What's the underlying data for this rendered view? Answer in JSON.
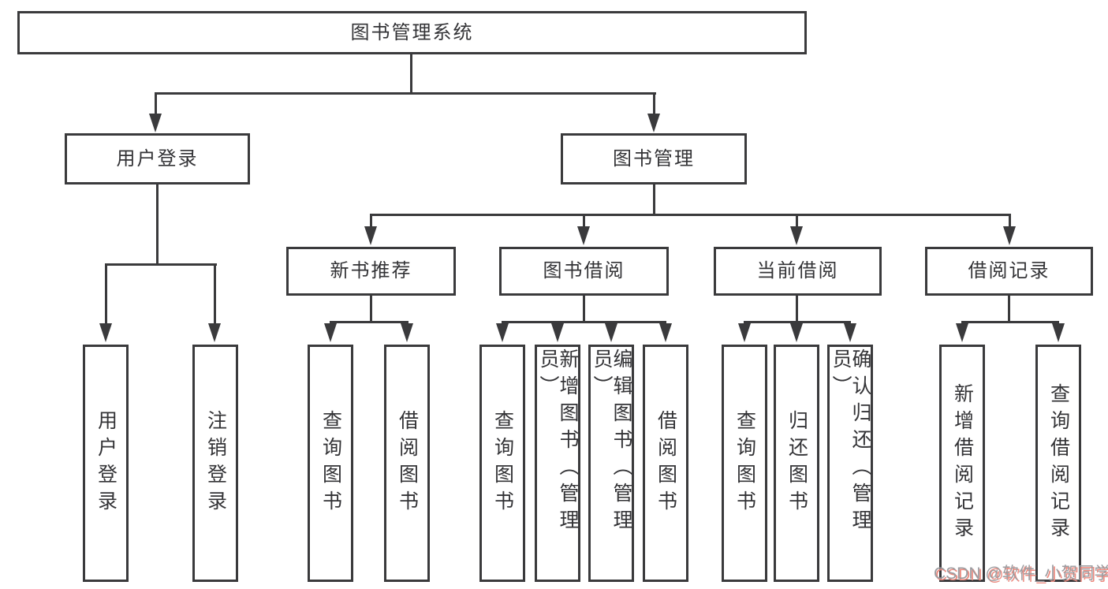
{
  "diagram": {
    "root": {
      "label": "图书管理系统"
    },
    "level2": [
      {
        "label": "用户登录"
      },
      {
        "label": "图书管理"
      }
    ],
    "level3": [
      {
        "label": "新书推荐"
      },
      {
        "label": "图书借阅"
      },
      {
        "label": "当前借阅"
      },
      {
        "label": "借阅记录"
      }
    ],
    "leaves": [
      {
        "label": "用户登录"
      },
      {
        "label": "注销登录"
      },
      {
        "label": "查询图书"
      },
      {
        "label": "借阅图书"
      },
      {
        "label": "查询图书"
      },
      {
        "label": "新增图书（管理员）"
      },
      {
        "label": "编辑图书（管理员）"
      },
      {
        "label": "借阅图书"
      },
      {
        "label": "查询图书"
      },
      {
        "label": "归还图书"
      },
      {
        "label": "确认归还（管理员）"
      },
      {
        "label": "新增借阅记录"
      },
      {
        "label": "查询借阅记录"
      }
    ]
  },
  "watermark": {
    "text": "CSDN @软件_小贺同学"
  },
  "colors": {
    "line": "#3a3a3c",
    "text": "#333336",
    "background": "#ffffff",
    "watermark_gray": "#9c9ca0",
    "watermark_red": "#ec8b80"
  }
}
